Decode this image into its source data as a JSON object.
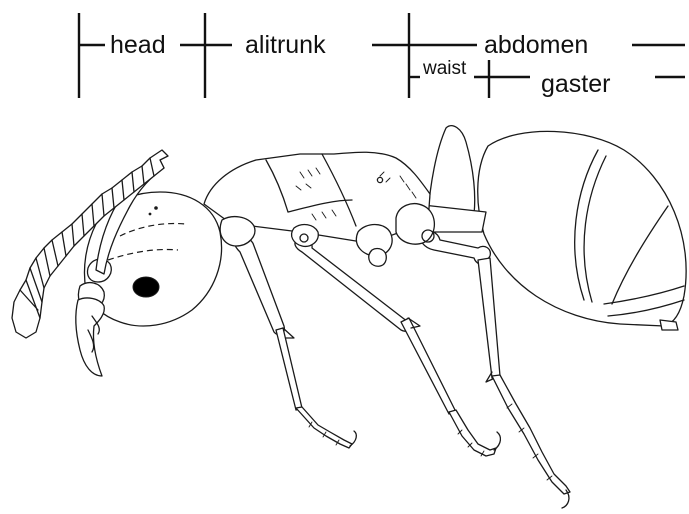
{
  "labels": {
    "head": "head",
    "alitrunk": "alitrunk",
    "abdomen": "abdomen",
    "waist": "waist",
    "gaster": "gaster"
  },
  "colors": {
    "ink": "#1a1a1a",
    "background": "#ffffff",
    "eye": "#000000"
  }
}
